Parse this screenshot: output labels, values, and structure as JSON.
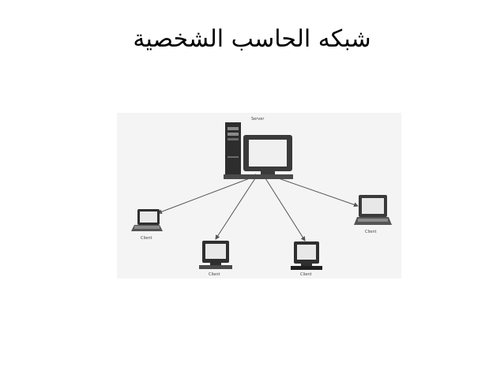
{
  "slide": {
    "title": "شبكه الحاسب الشخصية"
  },
  "diagram": {
    "server": {
      "label": "Server",
      "icon": "server-workstation-icon"
    },
    "clients": [
      {
        "label": "Client",
        "icon": "laptop-icon"
      },
      {
        "label": "Client",
        "icon": "desktop-computer-icon"
      },
      {
        "label": "Client",
        "icon": "desktop-computer-icon"
      },
      {
        "label": "Client",
        "icon": "laptop-icon"
      }
    ],
    "connections": [
      {
        "from": "server",
        "to": "client-1"
      },
      {
        "from": "server",
        "to": "client-2"
      },
      {
        "from": "server",
        "to": "client-3"
      },
      {
        "from": "server",
        "to": "client-4"
      }
    ],
    "colors": {
      "background": "#f4f4f4",
      "line": "#555555",
      "device": "#333333",
      "screen": "#e8e8e8"
    }
  }
}
